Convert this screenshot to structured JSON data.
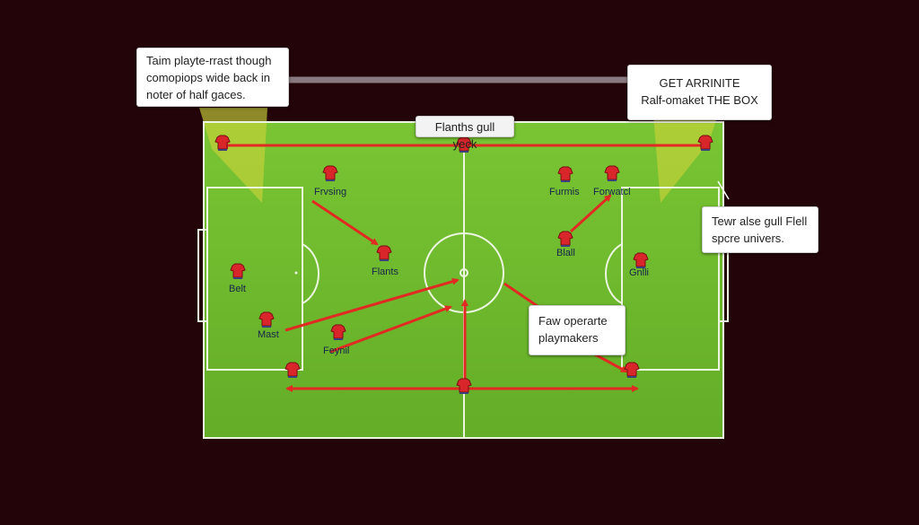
{
  "colors": {
    "background": "#230409",
    "pitch": "#6fbb2e",
    "pitch_lines": "#ecf5e0",
    "arrow": "#e02a22",
    "player": "#d8262a",
    "highlight": "#c9d23a",
    "connector": "#8a7a7f"
  },
  "callouts": {
    "top_left": {
      "line1": "Taim playte-rrast though",
      "line2": "comopiops wide back in",
      "line3": "noter of half gaces."
    },
    "top_right": {
      "line1": "GET ARRINITE",
      "line2": "Ralf-omaket THE BOX"
    },
    "center": {
      "text": "Flanths gull yeck"
    },
    "right": {
      "line1": "Tewr alse gull Flell",
      "line2": "spcre univers."
    },
    "bottom_right": {
      "line1": "Faw operarte",
      "line2": "playmakers"
    }
  },
  "player_labels": {
    "frvsing": "Frvsing",
    "flants": "Flants",
    "belt": "Belt",
    "mast": "Mast",
    "feynil": "Feynil",
    "furmis": "Furmis",
    "forwatcl": "Forwatcl",
    "blall": "Blall",
    "gnlli": "Gnlli"
  }
}
